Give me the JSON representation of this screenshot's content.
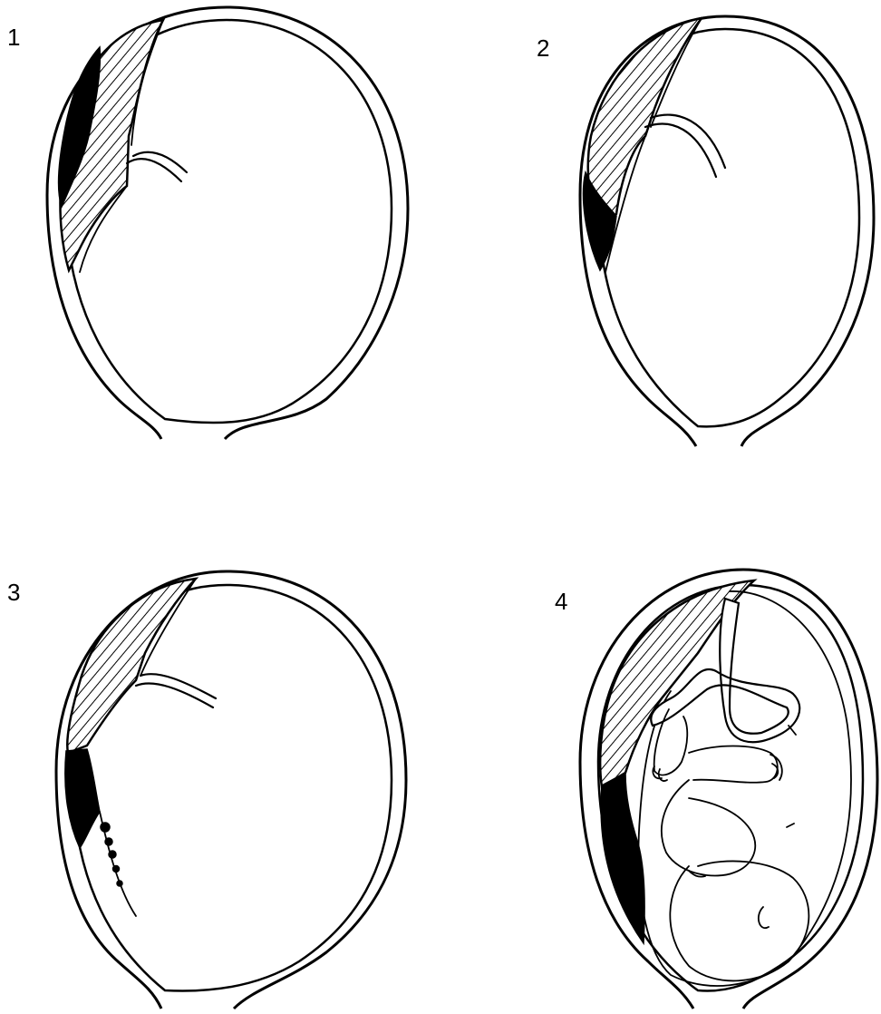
{
  "panels": [
    {
      "label": "1",
      "image": "uterus-placental-abruption-central"
    },
    {
      "label": "2",
      "image": "uterus-placental-abruption-marginal"
    },
    {
      "label": "3",
      "image": "uterus-placental-abruption-revealed-bleeding"
    },
    {
      "label": "4",
      "image": "uterus-placental-abruption-with-fetus"
    }
  ],
  "colors": {
    "line": "#000000",
    "background": "#ffffff",
    "clot": "#000000"
  }
}
